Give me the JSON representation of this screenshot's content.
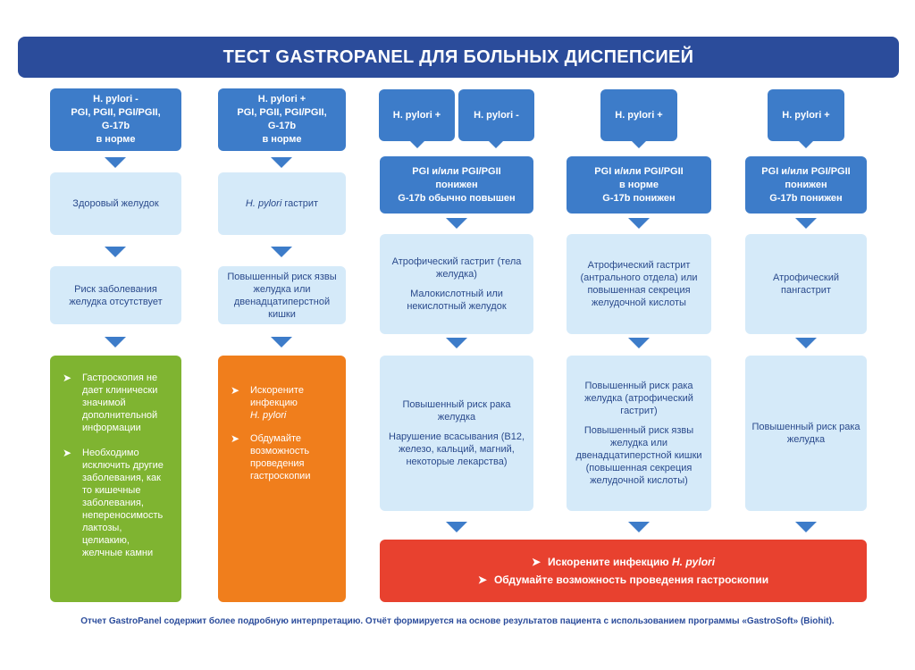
{
  "title": "ТЕСТ GASTROPANEL ДЛЯ БОЛЬНЫХ ДИСПЕПСИЕЙ",
  "col1": {
    "header": [
      "H. pylori -",
      "PGI, PGII, PGI/PGII,",
      "G-17b",
      "в норме"
    ],
    "box1": "Здоровый желудок",
    "box2": "Риск заболевания желудка отсутствует",
    "bullet1": "Гастроскопия не дает клинически значимой дополнительной информации",
    "bullet2": "Необходимо исключить другие заболевания, как то кишечные заболевания, непереносимость лактозы, целиакию, желчные камни"
  },
  "col2": {
    "header": [
      "H. pylori +",
      "PGI, PGII, PGI/PGII,",
      "G-17b",
      "в норме"
    ],
    "box1_italic": "H. pylori",
    "box1_rest": " гастрит",
    "box2": "Повышенный риск язвы желудка или двенадцатиперстной кишки",
    "bullet1": "Искорените инфекцию",
    "bullet1_italic": "H. pylori",
    "bullet2": "Обдумайте возможность проведения гастроскопии"
  },
  "col3": {
    "tab1": "H. pylori +",
    "tab2": "H. pylori -",
    "header": [
      "PGI и/или PGI/PGII",
      "понижен",
      "G-17b обычно повышен"
    ],
    "box1a": "Атрофический гастрит (тела желудка)",
    "box1b": "Малокислотный или некислотный желудок",
    "box2a": "Повышенный риск рака желудка",
    "box2b": "Нарушение всасывания (B12, железо, кальций, магний, некоторые лекарства)"
  },
  "col4": {
    "tab": "H. pylori +",
    "header": [
      "PGI и/или PGI/PGII",
      "в норме",
      "G-17b понижен"
    ],
    "box1": "Атрофический гастрит (антрального отдела) или повышенная секреция желудочной кислоты",
    "box2a": "Повышенный риск рака желудка (атрофический гастрит)",
    "box2b": "Повышенный риск язвы желудка или двенадцатиперстной кишки (повышенная секреция желудочной кислоты)"
  },
  "col5": {
    "tab": "H. pylori +",
    "header": [
      "PGI и/или PGI/PGII",
      "понижен",
      "G-17b понижен"
    ],
    "box1": "Атрофический пангастрит",
    "box2": "Повышенный риск рака желудка"
  },
  "red": {
    "line1": "Искорените инфекцию",
    "line1_italic": "H. pylori",
    "line2": "Обдумайте возможность проведения гастроскопии"
  },
  "footer": "Отчет GastroPanel содержит более подробную интерпретацию.  Отчёт формируется на основе результатов пациента с использованием программы «GastroSoft» (Biohit).",
  "colors": {
    "title_bg": "#2b4c9b",
    "header": "#3d7cc9",
    "light": "#d5eaf9",
    "green": "#7fb431",
    "orange": "#f07e1c",
    "red": "#e8412f"
  }
}
